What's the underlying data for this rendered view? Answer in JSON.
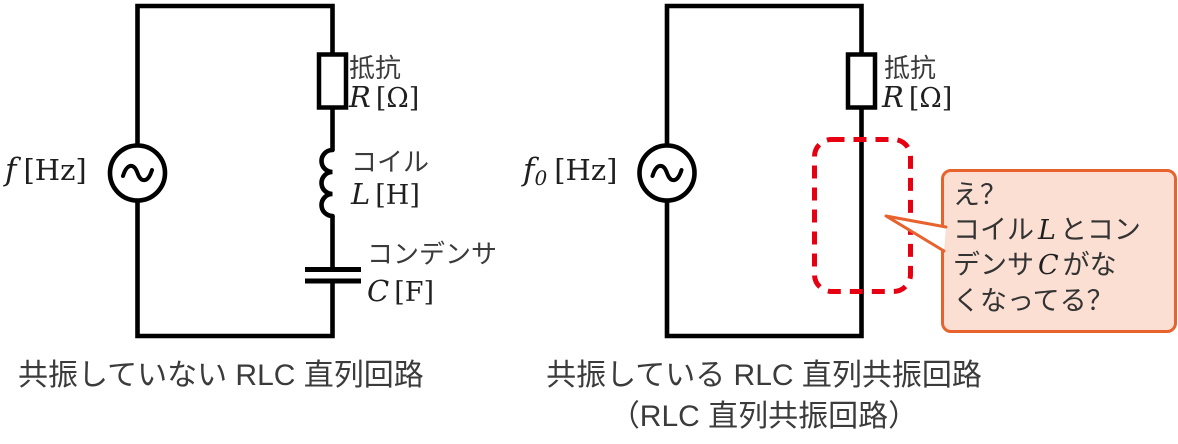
{
  "left_circuit": {
    "source": {
      "letter": "f",
      "sub": "",
      "unit": "[Hz]"
    },
    "resistor": {
      "name": "抵抗",
      "letter": "R",
      "unit": "[Ω]"
    },
    "inductor": {
      "name": "コイル",
      "letter": "L",
      "unit": "[H]"
    },
    "capacitor": {
      "name": "コンデンサ",
      "letter": "C",
      "unit": "[F]"
    },
    "caption": "共振していない RLC 直列回路"
  },
  "right_circuit": {
    "source": {
      "letter": "f",
      "sub": "0",
      "unit": "[Hz]"
    },
    "resistor": {
      "name": "抵抗",
      "letter": "R",
      "unit": "[Ω]"
    },
    "caption_line1": "共振している RLC 直列共振回路",
    "caption_line2": "（RLC 直列共振回路）",
    "callout": {
      "line1": "え？",
      "line2_pre": "コイル",
      "line2_math": "L",
      "line2_post": "とコン",
      "line3_pre": "デンサ",
      "line3_math": "C",
      "line3_post": "がな",
      "line4": "くなってる？"
    }
  },
  "colors": {
    "wire": "#000000",
    "label_text": "#3b3b3b",
    "math_text": "#1f1f1f",
    "highlight_red": "#e60012",
    "callout_border": "#e8622d",
    "callout_fill": "#fbdfd3"
  }
}
